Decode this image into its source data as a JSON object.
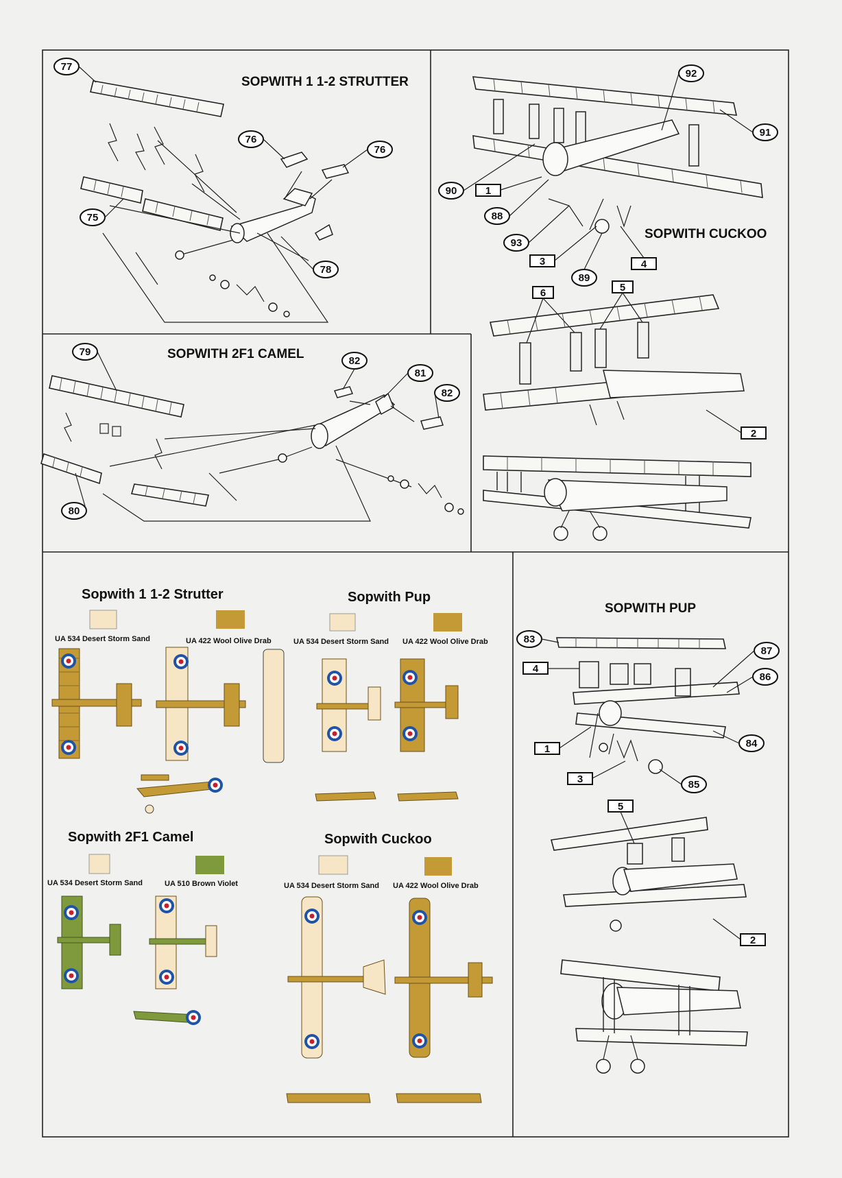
{
  "titles": {
    "strutter": "SOPWITH 1 1-2 STRUTTER",
    "cuckoo": "SOPWITH CUCKOO",
    "camel": "SOPWITH 2F1 CAMEL",
    "pup": "SOPWITH PUP"
  },
  "callouts": {
    "strutter": [
      "77",
      "76",
      "76",
      "75",
      "78"
    ],
    "cuckoo": [
      "92",
      "91",
      "90",
      "1",
      "88",
      "93",
      "3",
      "89",
      "4",
      "6",
      "5",
      "2"
    ],
    "camel": [
      "79",
      "82",
      "81",
      "82",
      "80"
    ],
    "pup": [
      "83",
      "87",
      "4",
      "86",
      "1",
      "84",
      "3",
      "85",
      "5",
      "2"
    ]
  },
  "schemes": [
    {
      "name": "Sopwith 1 1-2 Strutter",
      "paints": [
        "UA 534 Desert Storm Sand",
        "UA 422 Wool Olive Drab"
      ]
    },
    {
      "name": "Sopwith Pup",
      "paints": [
        "UA 534 Desert Storm Sand",
        "UA 422 Wool Olive Drab"
      ]
    },
    {
      "name": "Sopwith 2F1 Camel",
      "paints": [
        "UA 534 Desert Storm Sand",
        "UA 510 Brown Violet"
      ]
    },
    {
      "name": "Sopwith Cuckoo",
      "paints": [
        "UA 534 Desert Storm Sand",
        "UA 422 Wool Olive Drab"
      ]
    }
  ],
  "colors": {
    "desert_sand": "#f6e6c6",
    "olive_drab": "#c39a35",
    "brown_violet": "#7f9a3c",
    "roundel_blue": "#1f53a6",
    "roundel_red": "#c8202a"
  }
}
